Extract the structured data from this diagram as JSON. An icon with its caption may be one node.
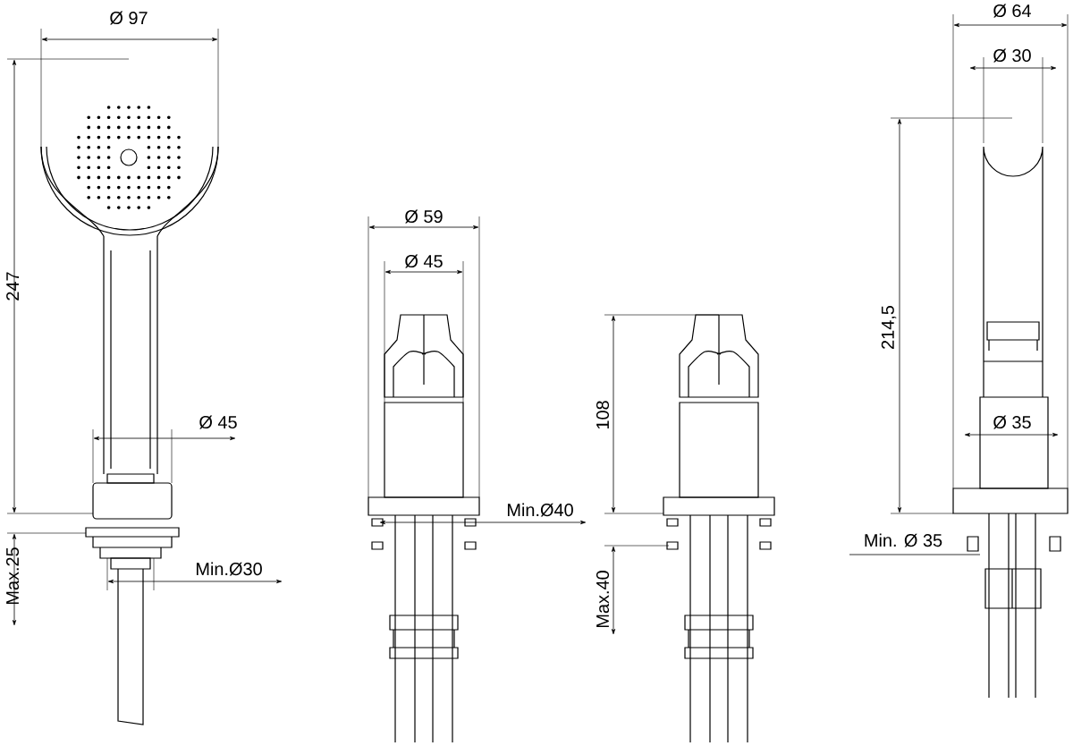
{
  "diagram": {
    "labels": [
      "Ø 97",
      "247",
      "Ø 45",
      "Max.25",
      "Min.Ø30",
      "Ø 59",
      "Ø 45",
      "108",
      "Min.Ø40",
      "Max.40",
      "Ø 64",
      "Ø 30",
      "214,5",
      "Ø 35",
      "Min. Ø 35"
    ]
  }
}
